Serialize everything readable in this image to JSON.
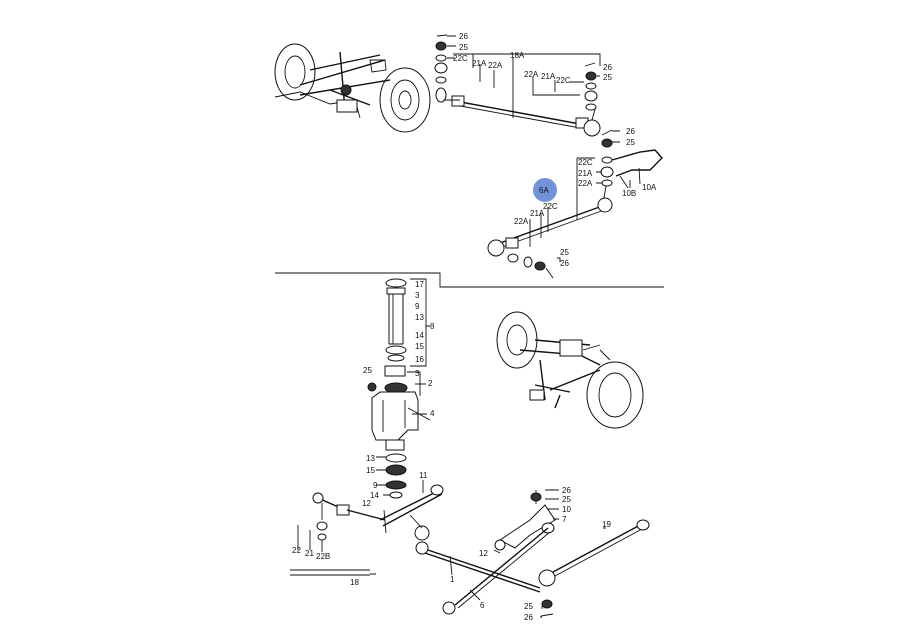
{
  "colors": {
    "ink": "#111111",
    "background": "#ffffff",
    "highlight": "#5b7fd1"
  },
  "top_group": {
    "labels": [
      "26",
      "25",
      "22C",
      "21A",
      "22A",
      "18A",
      "22A",
      "21A",
      "22C",
      "26",
      "25"
    ]
  },
  "mid_group": {
    "labels": [
      "26",
      "25",
      "22C",
      "21A",
      "22A",
      "10B",
      "10A",
      "6A",
      "22C",
      "21A",
      "22A",
      "25",
      "26"
    ]
  },
  "pivot_group": {
    "labels": [
      "17",
      "3",
      "9",
      "13",
      "14",
      "15",
      "16",
      "8",
      "3",
      "2",
      "25",
      "4",
      "13",
      "15",
      "9",
      "14",
      "11",
      "12"
    ]
  },
  "bottom_group": {
    "labels": [
      "26",
      "25",
      "10",
      "7",
      "19",
      "22",
      "21",
      "22B",
      "18",
      "12",
      "1",
      "6",
      "25",
      "26"
    ]
  }
}
